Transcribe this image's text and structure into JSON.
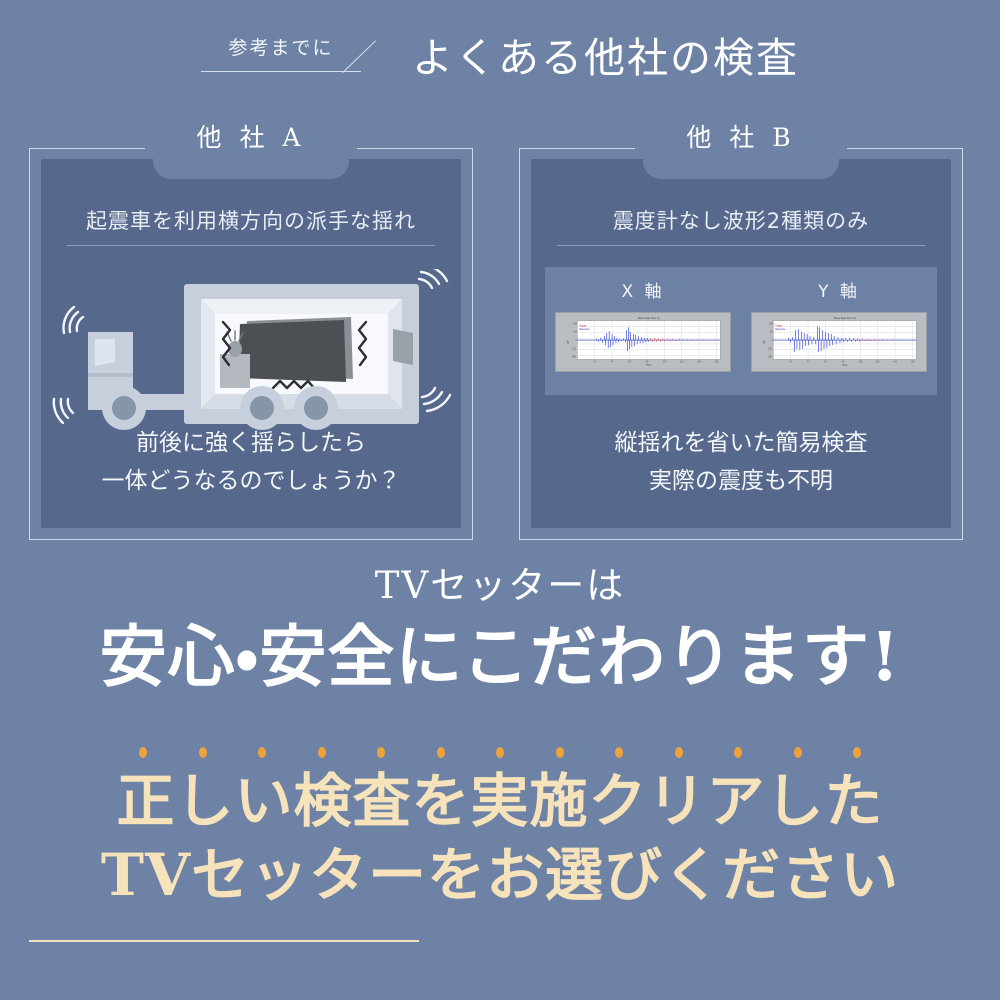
{
  "background_color": "#6d82a4",
  "panel_color": "#56688c",
  "accent_cream": "#f6e2bb",
  "accent_orange": "#eda23c",
  "header": {
    "tag_label": "参考までに",
    "title": "よくある他社の検査"
  },
  "cards": [
    {
      "badge": "他 社 A",
      "subtitle": "起震車を利用横方向の派手な揺れ",
      "illustration": "earthquake-simulation-truck",
      "caption": "前後に強く揺らしたら\n一体どうなるのでしょうか？"
    },
    {
      "badge": "他 社 B",
      "subtitle": "震度計なし波形2種類のみ",
      "illustration": "seismograph-waveform-charts",
      "waveforms": [
        {
          "axis_label": "X 軸"
        },
        {
          "axis_label": "Y 軸"
        }
      ],
      "caption": "縦揺れを省いた簡易検査\n実際の震度も不明"
    }
  ],
  "headline": {
    "small": "TVセッターは",
    "big": "安心・安全にこだわります!"
  },
  "cta": {
    "dot_count": 13,
    "line1": "正しい検査を実施クリアした",
    "line2": "TVセッターをお選びください"
  }
}
